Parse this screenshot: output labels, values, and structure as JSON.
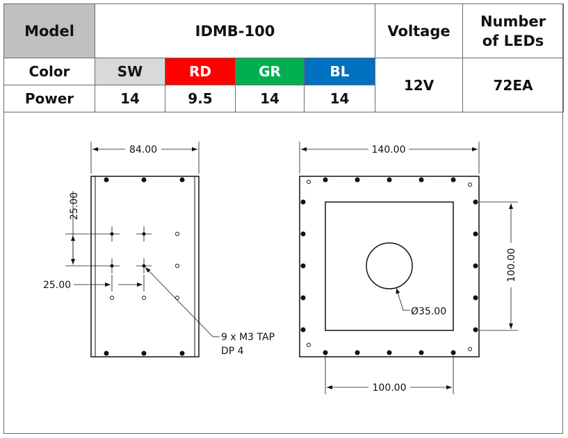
{
  "table": {
    "model_label": "Model",
    "model_value": "IDMB-100",
    "voltage_label": "Voltage",
    "leds_label_line1": "Number",
    "leds_label_line2": "of LEDs",
    "color_label": "Color",
    "power_label": "Power",
    "voltage_value": "12V",
    "leds_value": "72EA",
    "colors": [
      {
        "code": "SW",
        "power": "14",
        "bg": "#d9d9d9",
        "text_color": "#111111"
      },
      {
        "code": "RD",
        "power": "9.5",
        "bg": "#ff0000",
        "text_color": "#ffffff"
      },
      {
        "code": "GR",
        "power": "14",
        "bg": "#00b050",
        "text_color": "#ffffff"
      },
      {
        "code": "BL",
        "power": "14",
        "bg": "#0070c0",
        "text_color": "#ffffff"
      }
    ],
    "header_gray": "#c0c0c0"
  },
  "drawing": {
    "side_width": "84.00",
    "side_spacing_v": "25.00",
    "side_spacing_h": "25.00",
    "tap_note_line1": "9 x M3 TAP",
    "tap_note_line2": "DP 4",
    "front_width": "140.00",
    "front_height": "100.00",
    "front_bottom": "100.00",
    "hole_diameter": "Ø35.00"
  }
}
